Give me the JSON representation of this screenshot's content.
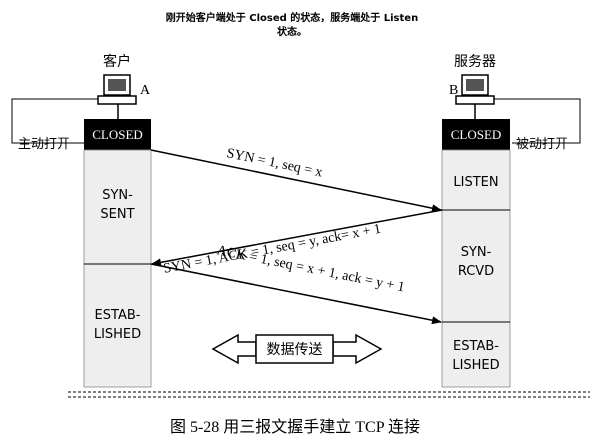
{
  "top_note": {
    "line1": "刚开始客户端处于 Closed 的状态，服务端处于 Listen",
    "line2": "状态。"
  },
  "client": {
    "label": "客户",
    "letter": "A",
    "active_label": "主动打开"
  },
  "server": {
    "label": "服务器",
    "letter": "B",
    "passive_label": "被动打开"
  },
  "client_states": {
    "closed": "CLOSED",
    "syn_sent_1": "SYN-",
    "syn_sent_2": "SENT",
    "established_1": "ESTAB-",
    "established_2": "LISHED"
  },
  "server_states": {
    "closed": "CLOSED",
    "listen": "LISTEN",
    "syn_rcvd_1": "SYN-",
    "syn_rcvd_2": "RCVD",
    "established_1": "ESTAB-",
    "established_2": "LISHED"
  },
  "messages": {
    "syn": "SYN = 1, seq = x",
    "syn_ack": "SYN = 1, ACK = 1, seq = y, ack= x + 1",
    "ack": "ACK = 1, seq = x + 1, ack = y + 1"
  },
  "data_transfer": "数据传送",
  "figure_caption": "图 5-28  用三报文握手建立 TCP 连接"
}
